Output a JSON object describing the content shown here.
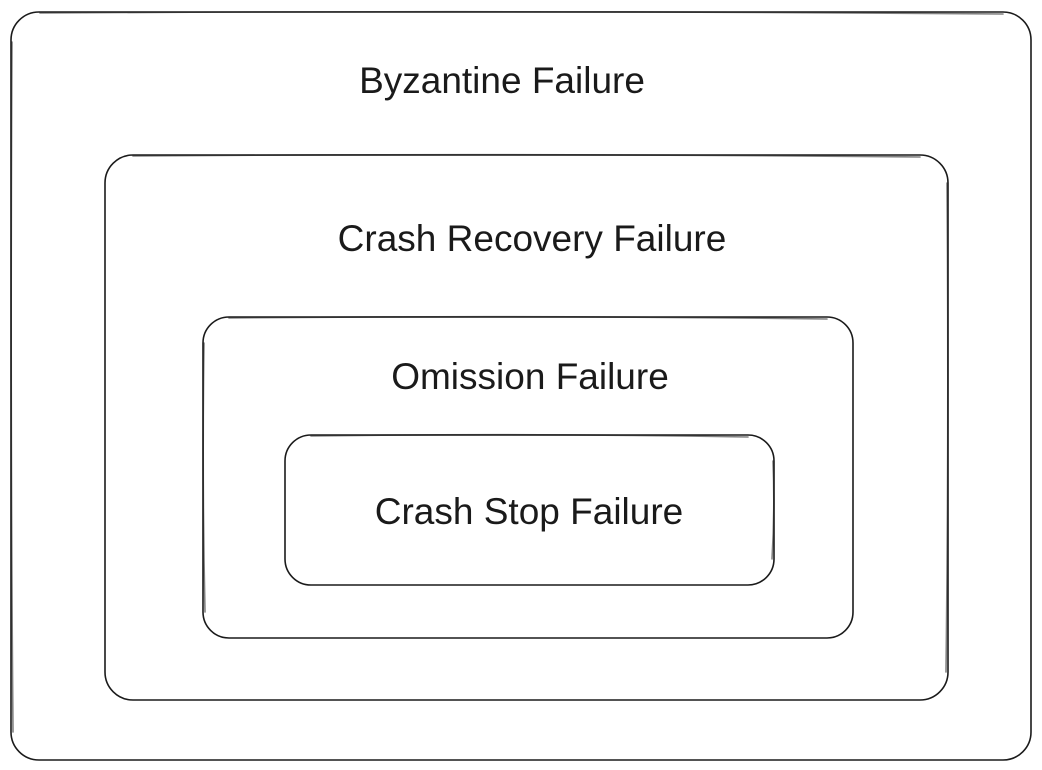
{
  "diagram": {
    "layers": [
      {
        "id": "byzantine",
        "label": "Byzantine Failure"
      },
      {
        "id": "crash-recovery",
        "label": "Crash Recovery Failure"
      },
      {
        "id": "omission",
        "label": "Omission Failure"
      },
      {
        "id": "crash-stop",
        "label": "Crash Stop Failure"
      }
    ]
  }
}
